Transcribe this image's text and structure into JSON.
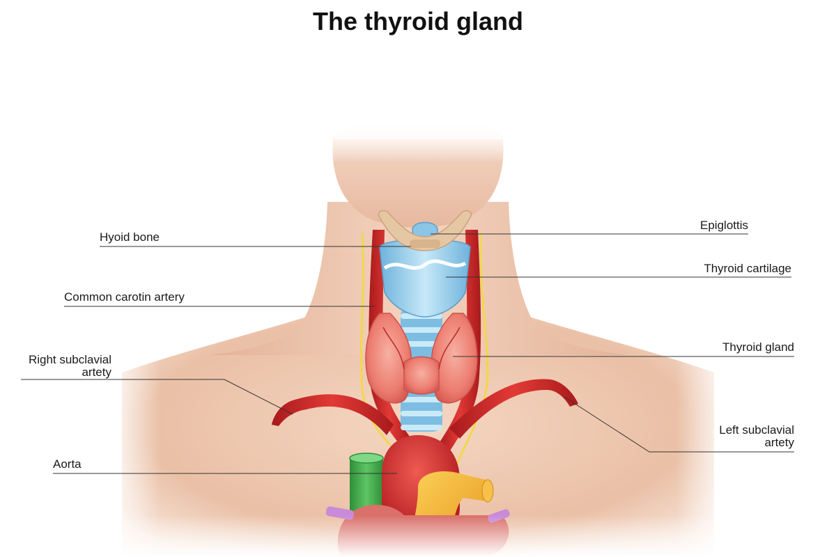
{
  "title": "The thyroid gland",
  "labels": {
    "hyoid_bone": "Hyoid bone",
    "common_carotin_artery": "Common carotin artery",
    "right_subclavial_line1": "Right subclavial",
    "right_subclavial_line2": "artety",
    "aorta": "Aorta",
    "epiglottis": "Epiglottis",
    "thyroid_cartilage": "Thyroid cartilage",
    "thyroid_gland": "Thyroid gland",
    "left_subclavial_line1": "Left subclavial",
    "left_subclavial_line2": "artety"
  },
  "colors": {
    "skin": "#efc8b0",
    "skin_shadow": "#d9a98e",
    "artery": "#d8292b",
    "artery_dark": "#a81a1c",
    "cartilage": "#8cc6e6",
    "cartilage_light": "#bfe3f5",
    "bone": "#e6c7a4",
    "gland": "#f0857a",
    "nerve": "#f2d84a",
    "vena": "#3fae4a",
    "pulmonary": "#f4b02a",
    "purple": "#c98ad8",
    "leader_line": "#333333"
  }
}
